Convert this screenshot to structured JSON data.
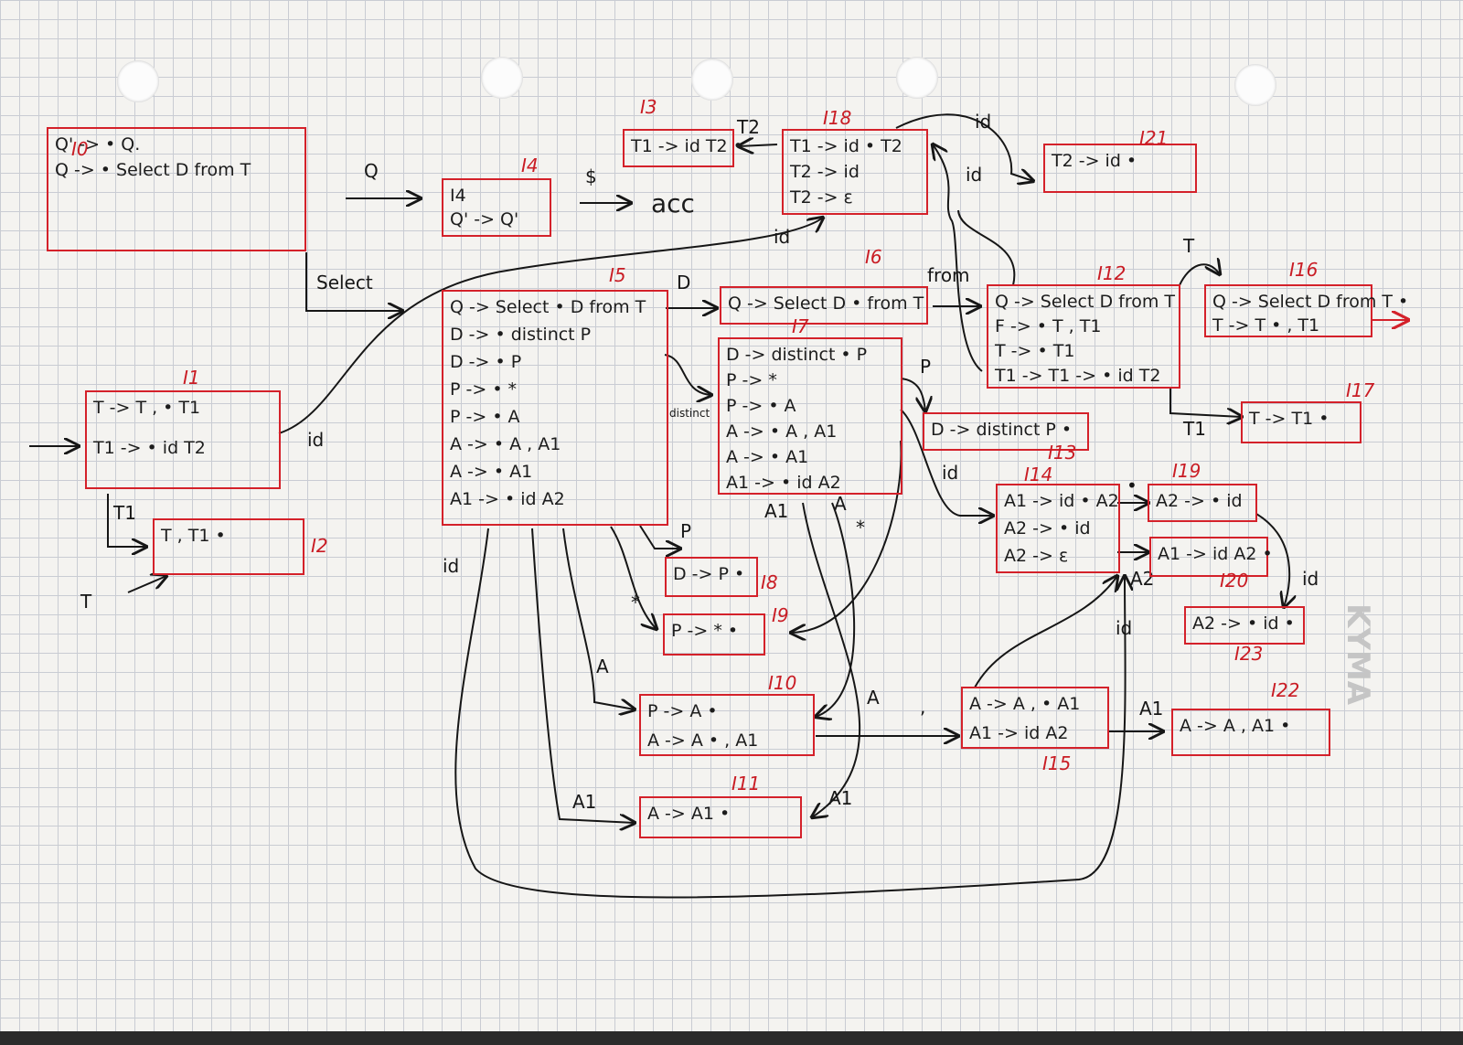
{
  "states": [
    {
      "id": "I0",
      "label": "I0",
      "items": [
        "Q' -> • Q.",
        "Q -> • Select D from T"
      ]
    },
    {
      "id": "I1",
      "label": "I1",
      "items": [
        "T -> T , • T1",
        "T1 -> • id T2"
      ]
    },
    {
      "id": "I2",
      "label": "I2",
      "items": [
        "T , T1 •"
      ]
    },
    {
      "id": "I3",
      "label": "I3",
      "items": [
        "T1 -> id T2 •"
      ]
    },
    {
      "id": "I4",
      "label": "I4",
      "items": [
        "I4",
        "Q' -> Q'"
      ]
    },
    {
      "id": "I5",
      "label": "I5",
      "items": [
        "Q -> Select • D from T",
        "D -> • distinct P",
        "D -> • P",
        "P -> • *",
        "P -> • A",
        "A -> • A , A1",
        "A -> • A1",
        "A1 -> • id A2"
      ]
    },
    {
      "id": "I6",
      "label": "I6",
      "items": [
        "Q -> Select D • from T"
      ]
    },
    {
      "id": "I7",
      "label": "I7",
      "items": [
        "D -> distinct • P",
        "P -> *",
        "P -> • A",
        "A -> • A , A1",
        "A -> • A1",
        "A1 -> • id A2"
      ]
    },
    {
      "id": "I8",
      "label": "I8",
      "items": [
        "D -> P •"
      ]
    },
    {
      "id": "I9",
      "label": "I9",
      "items": [
        "P -> * •"
      ]
    },
    {
      "id": "I10",
      "label": "I10",
      "items": [
        "P -> A •",
        "A -> A • , A1"
      ]
    },
    {
      "id": "I11",
      "label": "I11",
      "items": [
        "A -> A1 •"
      ]
    },
    {
      "id": "I12",
      "label": "I12",
      "items": [
        "Q -> Select D from T",
        "F -> • T , T1",
        "T -> • T1",
        "T1 -> T1 -> • id T2"
      ]
    },
    {
      "id": "I13",
      "label": "I13",
      "items": [
        "D -> distinct P •"
      ]
    },
    {
      "id": "I14",
      "label": "I14",
      "items": [
        "A1 -> id • A2",
        "A2 -> • id",
        "A2 -> ε"
      ]
    },
    {
      "id": "I15",
      "label": "I15",
      "items": [
        "A -> A , • A1",
        "A1 -> id A2"
      ]
    },
    {
      "id": "I16",
      "label": "I16",
      "items": [
        "Q -> Select D from T •",
        "T -> T • , T1"
      ]
    },
    {
      "id": "I17",
      "label": "I17",
      "items": [
        "T -> T1 •"
      ]
    },
    {
      "id": "I18",
      "label": "I18",
      "items": [
        "T1 -> id • T2",
        "T2 -> id",
        "T2 -> ε"
      ]
    },
    {
      "id": "I19",
      "label": "I19",
      "items": [
        "A2 -> • id"
      ]
    },
    {
      "id": "I20",
      "label": "I20",
      "items": [
        "A1 -> id A2 •"
      ]
    },
    {
      "id": "I21",
      "label": "I21",
      "items": [
        "T2 -> id •"
      ]
    },
    {
      "id": "I22",
      "label": "I22",
      "items": [
        "A -> A , A1 •"
      ]
    },
    {
      "id": "I23",
      "label": "I23",
      "items": [
        "A2 -> • id •"
      ]
    }
  ],
  "edge_labels": {
    "q": "Q",
    "dollar": "$",
    "acc": "acc",
    "select": "Select",
    "id": "id",
    "t1": "T1",
    "t": "T",
    "d": "D",
    "from": "from",
    "distinct": "distinct",
    "p": "P",
    "star": "*",
    "a": "A",
    "a1": "A1",
    "a2": "A2",
    "comma": ",",
    "t2": "T2",
    "dot": "•"
  },
  "watermark": "KYMA"
}
